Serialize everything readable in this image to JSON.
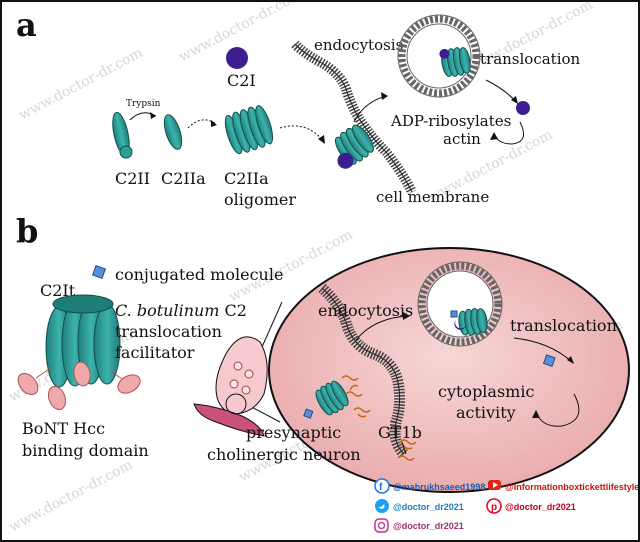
{
  "panels": {
    "a": "a",
    "b": "b"
  },
  "panel_a": {
    "trypsin": "Trypsin",
    "c2ii": "C2II",
    "c2iia": "C2IIa",
    "c2iia_oligomer_line1": "C2IIa",
    "c2iia_oligomer_line2": "oligomer",
    "c2i": "C2I",
    "endocytosis": "endocytosis",
    "translocation": "translocation",
    "adp_line1": "ADP-ribosylates",
    "adp_line2": "actin",
    "cell_membrane": "cell membrane"
  },
  "panel_b": {
    "c2it": "C2It",
    "conjugated_molecule": "conjugated molecule",
    "cbot_italic": "C. botulinum",
    "cbot_rest": " C2",
    "translocation_line": "translocation",
    "facilitator": "facilitator",
    "bont_line1": "BoNT Hcc",
    "bont_line2": "binding domain",
    "presynaptic_line1": "presynaptic",
    "presynaptic_line2": "cholinergic neuron",
    "endocytosis": "endocytosis",
    "translocation": "translocation",
    "cytoplasmic_line1": "cytoplasmic",
    "cytoplasmic_line2": "activity",
    "gt1b": "GT1b"
  },
  "watermark": "www.doctor-dr.com",
  "social": {
    "facebook": "@mahrukhsaeed1998",
    "youtube": "@Informationboxtickettlifestyle",
    "twitter": "@doctor_dr2021",
    "pinterest": "@doctor_dr2021",
    "instagram": "@doctor_dr2021"
  },
  "colors": {
    "teal": "#2e9e98",
    "teal_dark": "#1c6f6b",
    "purple": "#3d1e8f",
    "pink": "#f0a9ab",
    "cell_fill": "#f3c7c8",
    "membrane": "#333333",
    "facebook": "#1877f2",
    "youtube": "#e62117",
    "twitter": "#1da1f2",
    "pinterest": "#e60023",
    "instagram": "#c13584"
  }
}
